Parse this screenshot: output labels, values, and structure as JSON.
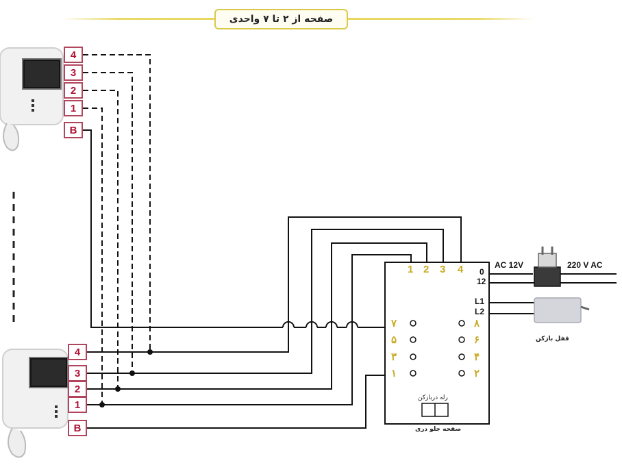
{
  "title": "صفحه از ۲ تا ۷ واحدی",
  "upper_monitor": {
    "terminals": [
      "4",
      "3",
      "2",
      "1",
      "B"
    ]
  },
  "lower_monitor": {
    "terminals": [
      "4",
      "3",
      "2",
      "1",
      "B"
    ]
  },
  "panel": {
    "top_terminals": [
      "1",
      "2",
      "3",
      "4"
    ],
    "left_button_labels": [
      "۷",
      "۵",
      "۳",
      "۱"
    ],
    "right_button_labels": [
      "۸",
      "۶",
      "۴",
      "۲"
    ],
    "right_terminals": [
      "0",
      "12",
      "L1",
      "L2"
    ],
    "relay_label": "رله دربازکن",
    "caption": "صفحه جلو دری"
  },
  "power": {
    "ac12v_label": "AC 12V",
    "ac220v_label": "220 V AC"
  },
  "door_opener": {
    "caption": "قفل بازکن"
  },
  "colors": {
    "terminal_border": "#b2455e",
    "terminal_text": "#b01237",
    "panel_label": "#c8aa20",
    "title_border": "#d9c948"
  }
}
